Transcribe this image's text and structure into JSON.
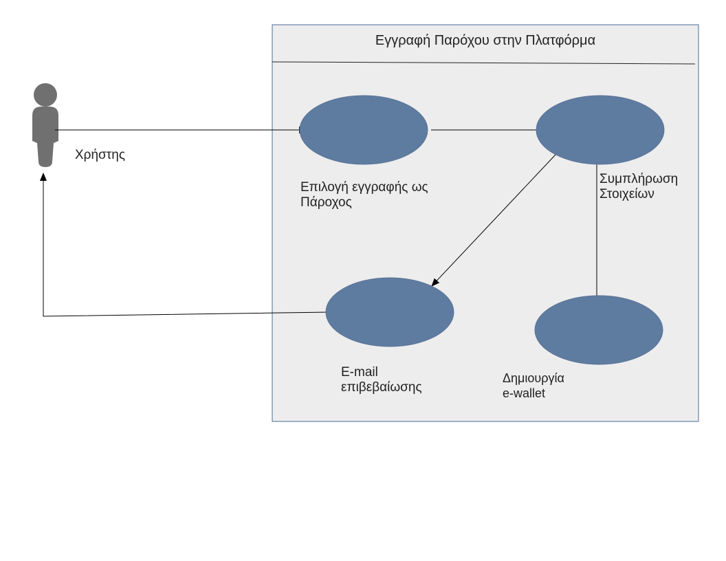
{
  "colors": {
    "system_fill": "#ededed",
    "system_border": "#4a6a9a",
    "usecase_fill": "#5e7ca0",
    "usecase_border": "#5b7397",
    "actor": "#707070",
    "edge": "#000000"
  },
  "system": {
    "title": "Εγγραφή Παρόχου στην Πλατφόρμα"
  },
  "actor": {
    "label": "Χρήστης"
  },
  "use_cases": [
    {
      "id": "select-provider",
      "lines": [
        "Επιλογή εγγραφής ως",
        "Πάροχος"
      ]
    },
    {
      "id": "fill-details",
      "lines": [
        "Συμπλήρωση",
        "Στοιχείων"
      ]
    },
    {
      "id": "confirm-email",
      "lines": [
        "E-mail",
        "επιβεβαίωσης"
      ]
    },
    {
      "id": "create-wallet",
      "lines": [
        "Δημιουργία",
        "e-wallet"
      ]
    }
  ],
  "edges": [
    {
      "from": "actor",
      "to": "select-provider"
    },
    {
      "from": "select-provider",
      "to": "fill-details"
    },
    {
      "from": "fill-details",
      "to": "confirm-email"
    },
    {
      "from": "fill-details",
      "to": "create-wallet"
    },
    {
      "from": "confirm-email",
      "to": "actor"
    }
  ]
}
